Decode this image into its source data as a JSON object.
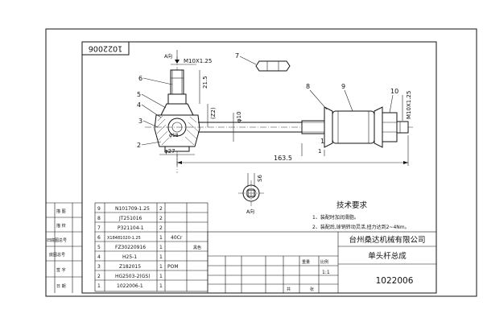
{
  "corner_code": "1022006",
  "labels": {
    "view_a": "A向",
    "thread_top": "M10X1.25",
    "thread_right": "M10X1.25",
    "dim_21_5": "21.5",
    "dim_z2": "(Z2)",
    "dim_phi10": "φ10",
    "dim_phi18": "φ18",
    "dim_phi27": "φ27",
    "dim_163_5": "163.5",
    "dim_1": "1",
    "dim_s6": "S6",
    "view_a_bottom": "A向"
  },
  "balloons": [
    "1",
    "2",
    "3",
    "4",
    "5",
    "6",
    "7",
    "8",
    "9",
    "10"
  ],
  "tech_requirements": {
    "title": "技术要求",
    "items": [
      "1、装配时加润滑脂。",
      "2、装配后,球销转动灵活,扭力达到2~4Nm。"
    ]
  },
  "bom_rows": [
    {
      "seq": "9",
      "code": "N101709-1.25",
      "name": "",
      "qty": "2",
      "material": "",
      "note": ""
    },
    {
      "seq": "8",
      "code": "JT251016",
      "name": "",
      "qty": "2",
      "material": "",
      "note": ""
    },
    {
      "seq": "7",
      "code": "P321104-1",
      "name": "",
      "qty": "2",
      "material": "",
      "note": ""
    },
    {
      "seq": "6",
      "code": "X18481020-1.25",
      "name": "",
      "qty": "1",
      "material": "40Cr",
      "note": ""
    },
    {
      "seq": "5",
      "code": "FZ30220916",
      "name": "",
      "qty": "1",
      "material": "",
      "note": "黑色"
    },
    {
      "seq": "4",
      "code": "H25-1",
      "name": "",
      "qty": "1",
      "material": "",
      "note": ""
    },
    {
      "seq": "3",
      "code": "Z182015",
      "name": "",
      "qty": "1",
      "material": "POM",
      "note": ""
    },
    {
      "seq": "2",
      "code": "HG2503-2(GS)",
      "name": "",
      "qty": "1",
      "material": "",
      "note": ""
    },
    {
      "seq": "1",
      "code": "1022006-1",
      "name": "",
      "qty": "1",
      "material": "",
      "note": ""
    }
  ],
  "left_column_labels": [
    "描 图",
    "描 校",
    "旧底图总号",
    "底图总号",
    "签 字",
    "日 期"
  ],
  "title_block": {
    "company": "台州桑达机械有限公司",
    "part_name": "单头杆总成",
    "drawing_no": "1022006",
    "scale_label": "比例",
    "scale": "1:1",
    "sheet_label": "共",
    "sheet_of": "张",
    "weight_label": "重量"
  }
}
